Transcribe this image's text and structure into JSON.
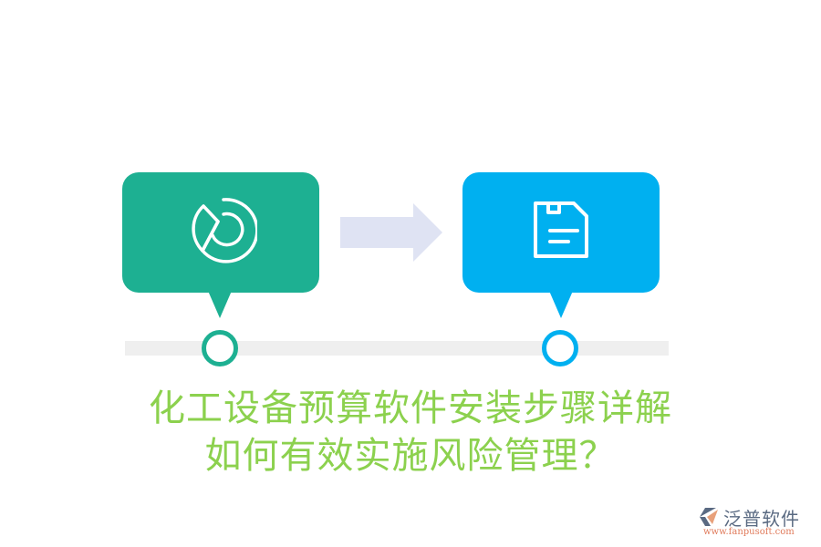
{
  "diagram": {
    "steps": [
      {
        "icon": "pie-chart-play-icon",
        "color": "#1db092"
      },
      {
        "icon": "floppy-disk-icon",
        "color": "#00b0f0"
      }
    ],
    "connector": {
      "icon": "arrow-right-icon",
      "color": "#dfe3f3"
    },
    "timeline": {
      "track_color": "#efefef"
    }
  },
  "title": {
    "line1": "化工设备预算软件安装步骤详解",
    "line2": "如何有效实施风险管理？",
    "color": "#8cd14e"
  },
  "watermark": {
    "brand": "泛普软件",
    "url": "www.fanpusoft.com"
  }
}
